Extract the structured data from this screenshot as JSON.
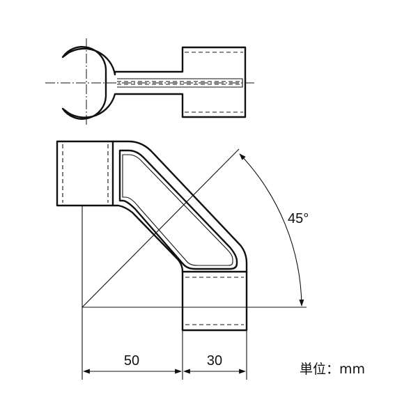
{
  "dimensions": {
    "width_a": "50",
    "width_b": "30",
    "angle": "45°"
  },
  "unit_note": "単位：mm",
  "colors": {
    "line": "#111111",
    "background": "#ffffff"
  }
}
